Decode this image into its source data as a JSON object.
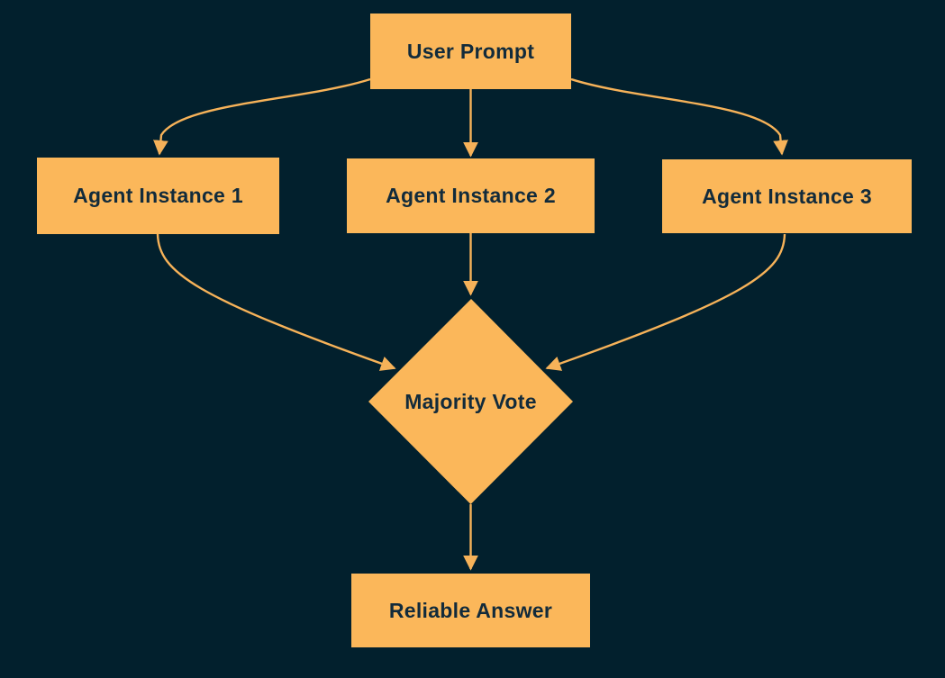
{
  "diagram": {
    "type": "flowchart",
    "nodes": {
      "user_prompt": {
        "label": "User Prompt",
        "shape": "rectangle"
      },
      "agent_instance_1": {
        "label": "Agent Instance 1",
        "shape": "rectangle"
      },
      "agent_instance_2": {
        "label": "Agent Instance 2",
        "shape": "rectangle"
      },
      "agent_instance_3": {
        "label": "Agent Instance 3",
        "shape": "rectangle"
      },
      "majority_vote": {
        "label": "Majority Vote",
        "shape": "diamond"
      },
      "reliable_answer": {
        "label": "Reliable Answer",
        "shape": "rectangle"
      }
    },
    "edges": [
      {
        "from": "user_prompt",
        "to": "agent_instance_1"
      },
      {
        "from": "user_prompt",
        "to": "agent_instance_2"
      },
      {
        "from": "user_prompt",
        "to": "agent_instance_3"
      },
      {
        "from": "agent_instance_1",
        "to": "majority_vote"
      },
      {
        "from": "agent_instance_2",
        "to": "majority_vote"
      },
      {
        "from": "agent_instance_3",
        "to": "majority_vote"
      },
      {
        "from": "majority_vote",
        "to": "reliable_answer"
      }
    ],
    "colors": {
      "background": "#02202D",
      "node_fill": "#FBB75A",
      "node_text": "#122B3B",
      "edge": "#F6B259"
    }
  }
}
